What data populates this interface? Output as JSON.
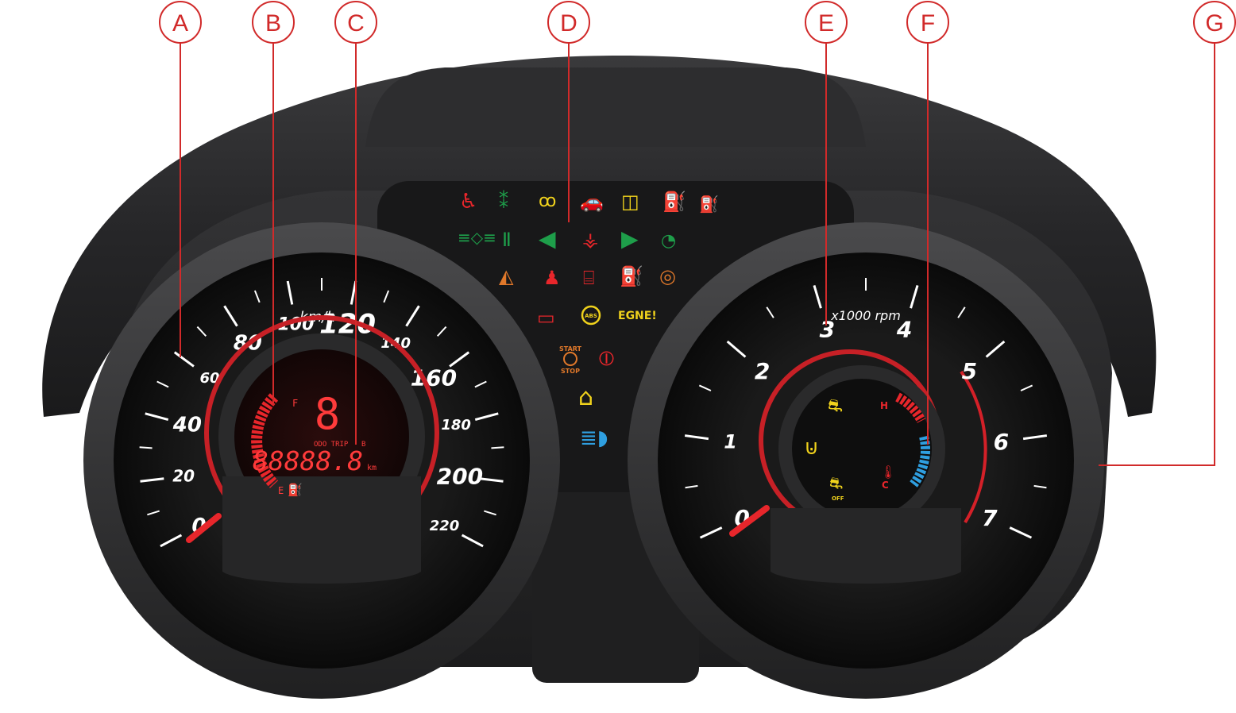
{
  "callouts": [
    "A",
    "B",
    "C",
    "D",
    "E",
    "F",
    "G"
  ],
  "speedometer": {
    "unit": "km/h",
    "labels": [
      "0",
      "20",
      "40",
      "60",
      "80",
      "100",
      "120",
      "140",
      "160",
      "180",
      "200",
      "220"
    ]
  },
  "lcd": {
    "gear": "8",
    "fuel_full": "F",
    "fuel_empty": "E",
    "odo_trip": "ODO TRIP",
    "trip_id": "B",
    "odometer": "88888.8",
    "odometer_unit": "km"
  },
  "tachometer": {
    "unit": "x1000 rpm",
    "labels": [
      "0",
      "1",
      "2",
      "3",
      "4",
      "5",
      "6",
      "7"
    ]
  },
  "temp_gauge": {
    "hot": "H",
    "cold": "C"
  },
  "warning_lamps": {
    "engine_text": "EGNE!",
    "start_stop_top": "START",
    "start_stop_bottom": "STOP",
    "abs": "ABS",
    "esc_off": "OFF"
  },
  "colors": {
    "callout": "#d12a2a",
    "red": "#e8262b",
    "green": "#1e9e4a",
    "orange": "#e0782a",
    "yellow": "#f0d21c",
    "blue": "#2f9fe0"
  }
}
